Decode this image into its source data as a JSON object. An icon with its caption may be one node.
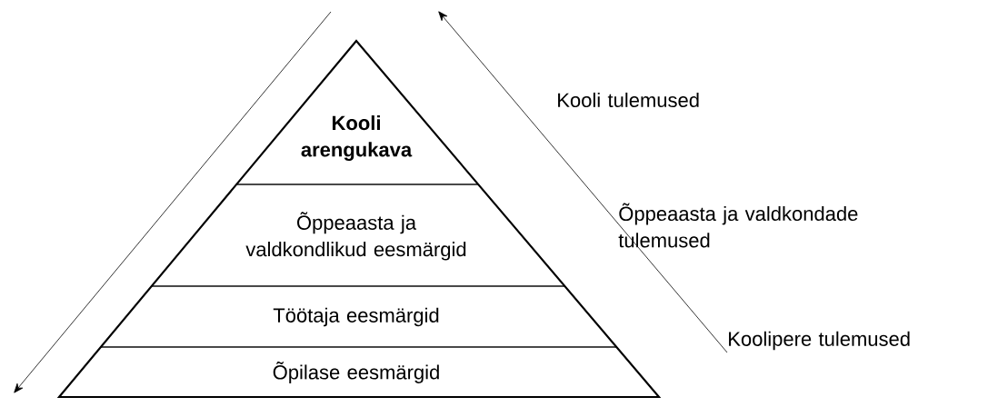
{
  "diagram": {
    "nodes": [
      {
        "text": [
          "Kooli arengukava"
        ]
      },
      {
        "text": [
          "Õppeaasta ja valdkondlikud eesmärgid"
        ]
      },
      {
        "text": [
          "Töötaja eesmärgid"
        ]
      },
      {
        "text": [
          "Õpilase eesmärgid"
        ]
      }
    ],
    "labels": [
      "Kooli tulemused",
      "Õppeaasta ja valdkondade tulemused",
      "Koolipere tulemused"
    ]
  }
}
